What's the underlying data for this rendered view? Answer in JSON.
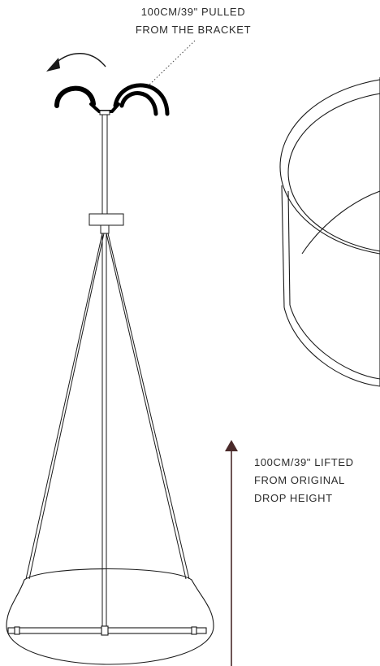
{
  "annotations": {
    "bracket_pull": {
      "lines": [
        "100CM/39\" PULLED",
        "FROM THE BRACKET"
      ]
    },
    "lift": {
      "lines": [
        "100CM/39\" LIFTED",
        "FROM ORIGINAL",
        "DROP HEIGHT"
      ]
    }
  },
  "colors": {
    "line": "#1a1a1a",
    "lift_arrow": "#4a2a2a",
    "text": "#2b2b2b"
  },
  "icons": {
    "rotate_arrow": "curved-arrow-left-icon",
    "lift_arrow": "arrow-up-icon"
  }
}
